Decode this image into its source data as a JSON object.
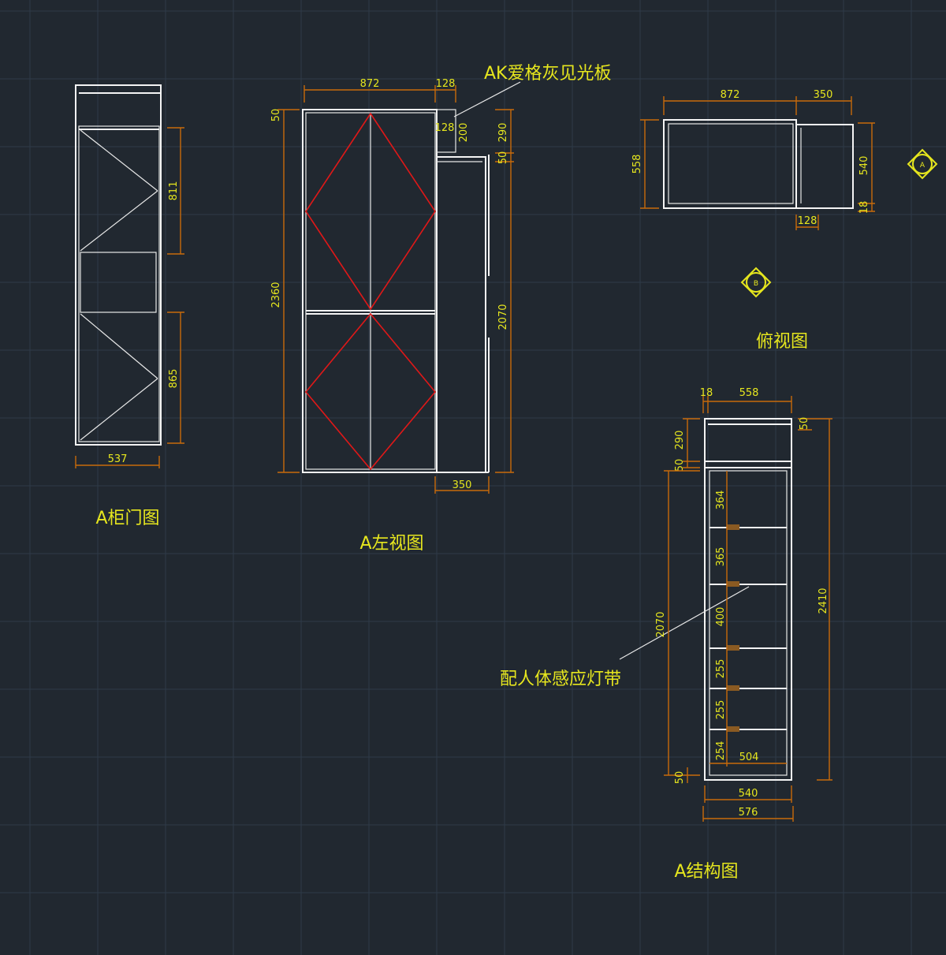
{
  "labels": {
    "door_view_title": "A柜门图",
    "left_view_title": "A左视图",
    "top_view_title": "俯视图",
    "structure_view_title": "A结构图",
    "panel_note": "AK爱格灰见光板",
    "light_note": "配人体感应灯带"
  },
  "markers": {
    "a": "A",
    "b": "B"
  },
  "dims": {
    "door": {
      "top_811": "811",
      "bottom_865": "865",
      "width_537": "537"
    },
    "left": {
      "w_872": "872",
      "w_128": "128",
      "inner_128": "128",
      "v_50": "50",
      "v_2360": "2360",
      "v_200": "200",
      "v_290": "290",
      "v_50b": "50",
      "v_2070": "2070",
      "w_350": "350"
    },
    "top": {
      "w_872": "872",
      "w_350": "350",
      "h_558": "558",
      "h_540": "540",
      "h_18": "18",
      "w_128": "128"
    },
    "struct": {
      "w_18": "18",
      "w_558": "558",
      "v_50": "50",
      "v_290": "290",
      "v_50b": "50",
      "v_2070": "2070",
      "v_2410": "2410",
      "s_364": "364",
      "s_365": "365",
      "s_400": "400",
      "s_255a": "255",
      "s_255b": "255",
      "s_254": "254",
      "w_504": "504",
      "v_50c": "50",
      "w_540": "540",
      "w_576": "576"
    }
  }
}
